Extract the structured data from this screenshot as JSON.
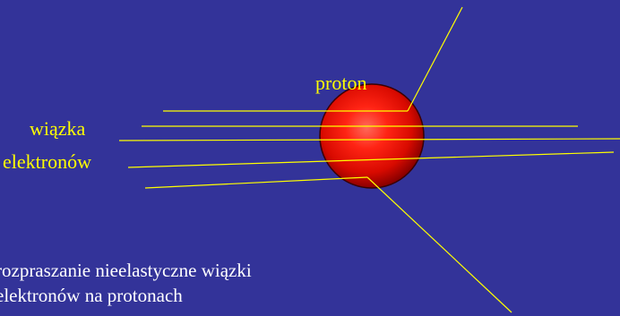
{
  "labels": {
    "proton": "proton",
    "beam_line1": "wiązka",
    "beam_line2": "elektronów"
  },
  "caption": {
    "line1": "rozpraszanie nieelastyczne wiązki",
    "line2": "elektronów na protonach"
  },
  "colors": {
    "background": "#333399",
    "label_text": "#ffff00",
    "caption_text": "#ffffff",
    "beam_lines": "#ffff00",
    "proton_core": "#ff2a1a",
    "proton_edge": "#8a0000"
  }
}
